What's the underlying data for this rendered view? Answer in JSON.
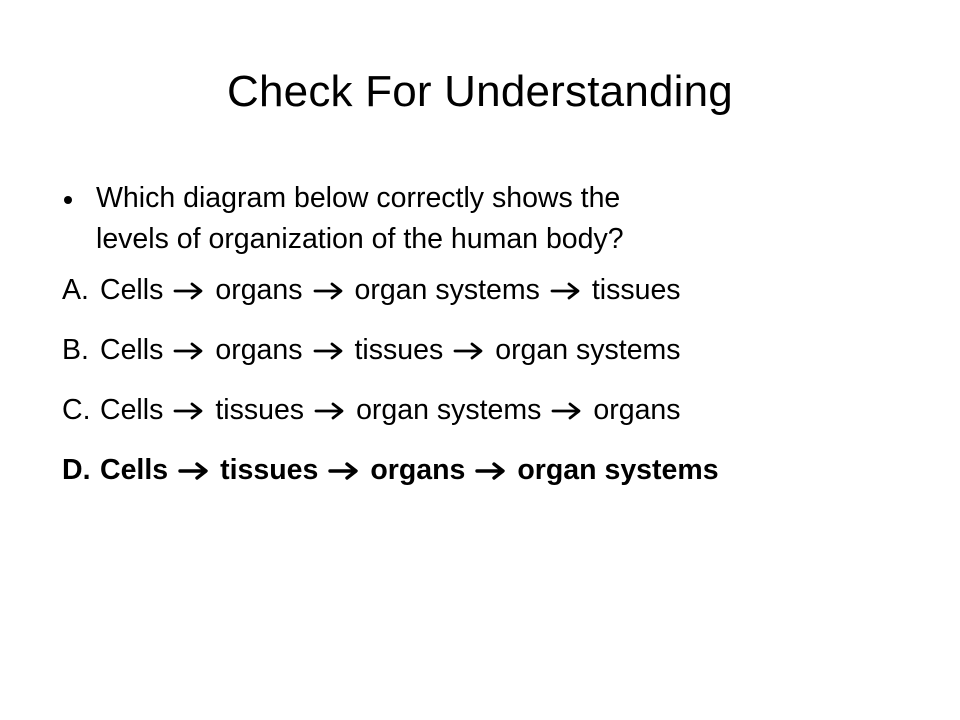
{
  "slide": {
    "title": "Check For Understanding",
    "question": {
      "lines": [
        "Which diagram below correctly shows the",
        "levels of organization of the human body?"
      ]
    },
    "options": [
      {
        "letter": "A.",
        "terms": [
          "Cells",
          "organs",
          "organ systems",
          "tissues"
        ],
        "bold": false
      },
      {
        "letter": "B.",
        "terms": [
          "Cells",
          "organs",
          "tissues",
          "organ systems"
        ],
        "bold": false
      },
      {
        "letter": "C.",
        "terms": [
          "Cells",
          "tissues",
          "organ systems",
          "organs"
        ],
        "bold": false
      },
      {
        "letter": "D.",
        "terms": [
          "Cells",
          "tissues",
          "organs",
          "organ systems"
        ],
        "bold": true
      }
    ],
    "arrow_icon": "right-arrow-icon",
    "colors": {
      "text": "#000000",
      "background": "#ffffff"
    }
  }
}
